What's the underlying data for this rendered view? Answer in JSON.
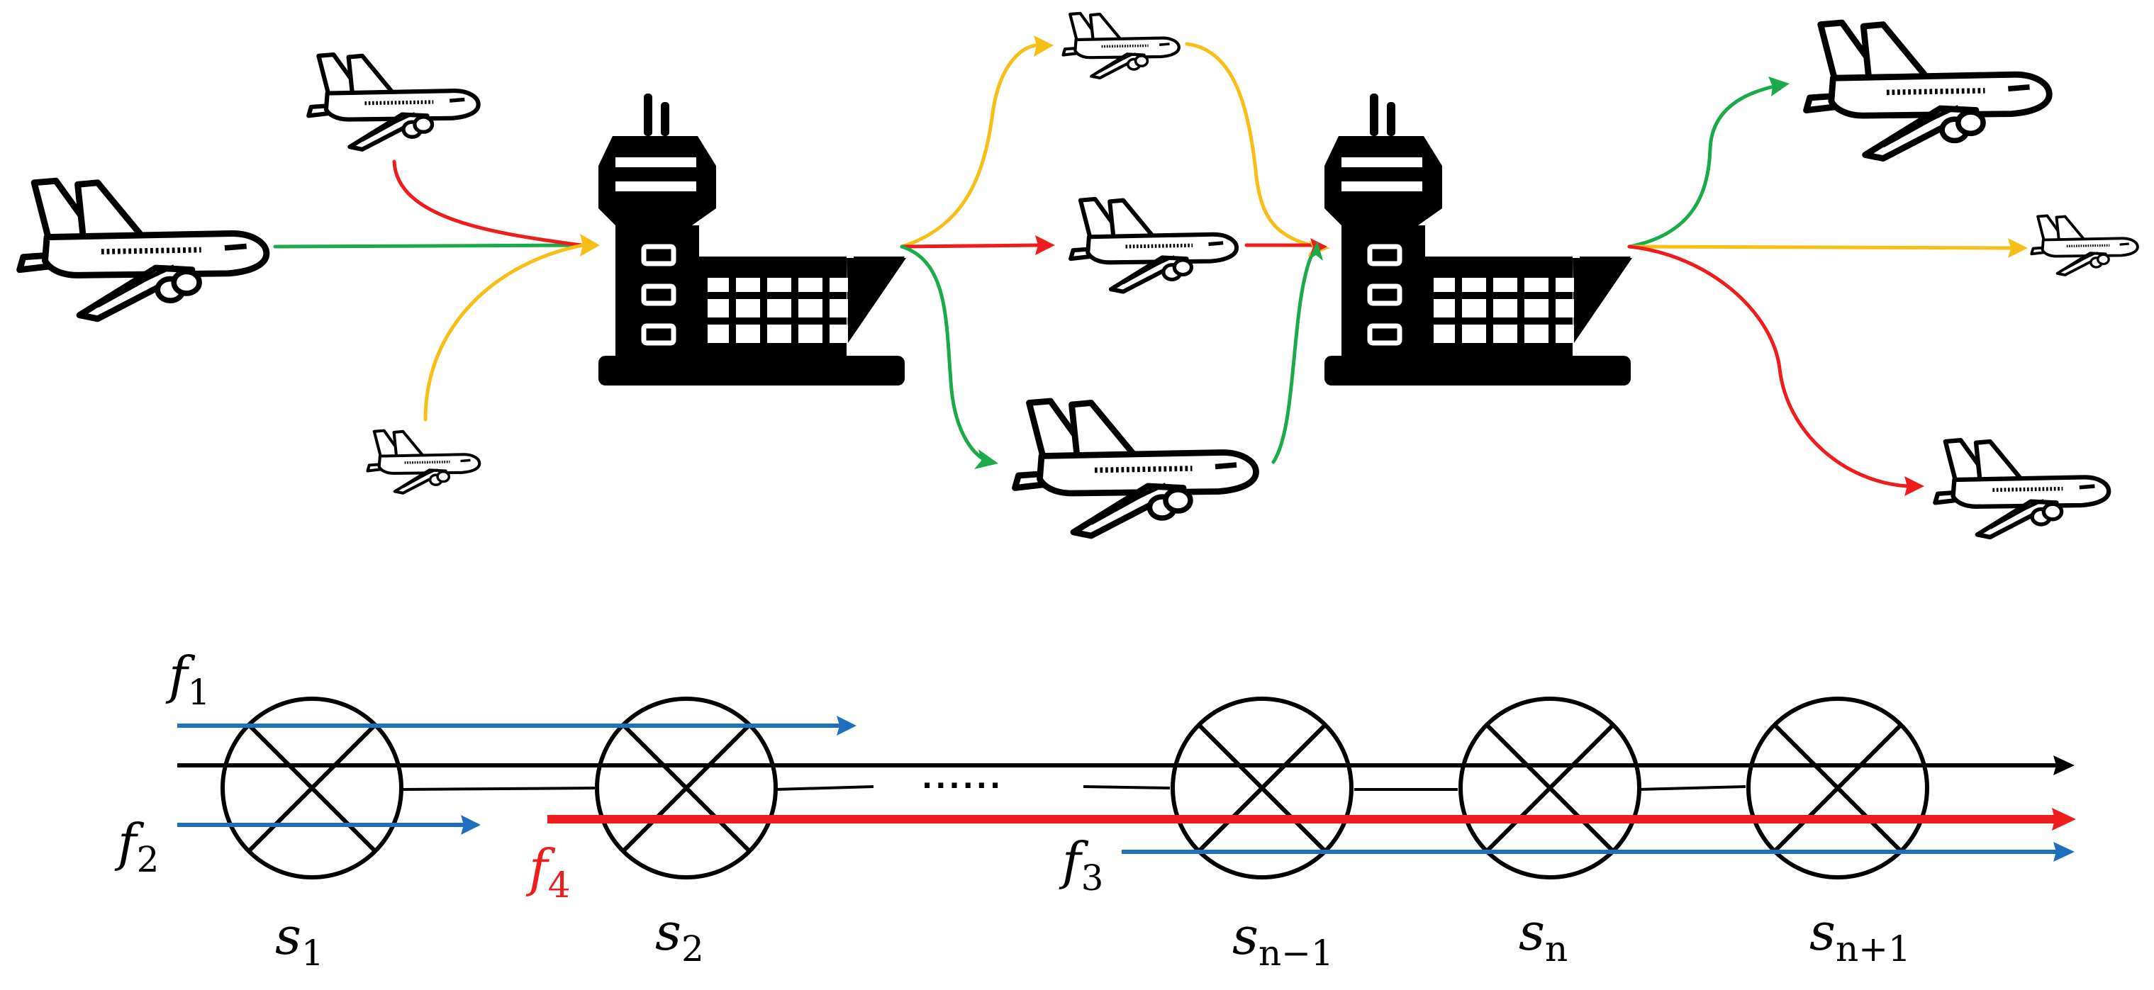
{
  "colors": {
    "green": "#1aaa4a",
    "yellow": "#f6be16",
    "red": "#ee1c1c",
    "blue": "#1f6fbf",
    "black": "#000000"
  },
  "icons": {
    "airplane": "airplane-icon",
    "tower": "control-tower-icon"
  },
  "flows": {
    "f1": {
      "base": "f",
      "sub": "1",
      "color": "#000000"
    },
    "f2": {
      "base": "f",
      "sub": "2",
      "color": "#000000"
    },
    "f3": {
      "base": "f",
      "sub": "3",
      "color": "#000000"
    },
    "f4": {
      "base": "f",
      "sub": "4",
      "color": "#ee1c1c"
    }
  },
  "switches": [
    {
      "base": "s",
      "sub": "1"
    },
    {
      "base": "s",
      "sub": "2"
    },
    {
      "base": "s",
      "sub": "n−1"
    },
    {
      "base": "s",
      "sub": "n"
    },
    {
      "base": "s",
      "sub": "n+1"
    }
  ],
  "ellipsis": "······"
}
